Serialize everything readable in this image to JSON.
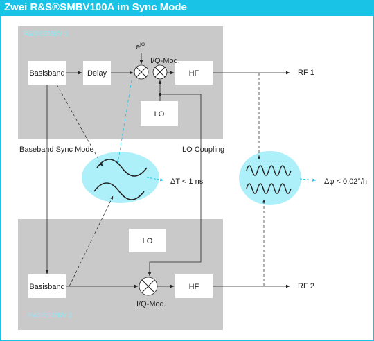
{
  "title": "Zwei R&S®SMBV100A im Sync Mode",
  "instrument1": {
    "name": "R&S®SMBV 1",
    "basisband": "Basisband",
    "delay": "Delay",
    "hf": "HF",
    "lo": "LO",
    "phase_label": "e",
    "phase_sup": "jφ",
    "iq_label": "I/Q-Mod."
  },
  "instrument2": {
    "name": "R&S®SMBV 2",
    "basisband": "Basisband",
    "hf": "HF",
    "lo": "LO",
    "iq_label": "I/Q-Mod."
  },
  "outputs": {
    "rf1": "RF 1",
    "rf2": "RF 2"
  },
  "labels": {
    "baseband_sync": "Baseband Sync Mode",
    "lo_coupling": "LO Coupling",
    "delta_t": "ΔT < 1 ns",
    "delta_phi": "Δφ < 0.02°/h"
  },
  "colors": {
    "accent": "#19c3e6",
    "panel": "#c9c9c9",
    "bubble": "#aef0fa",
    "line": "#222222"
  }
}
